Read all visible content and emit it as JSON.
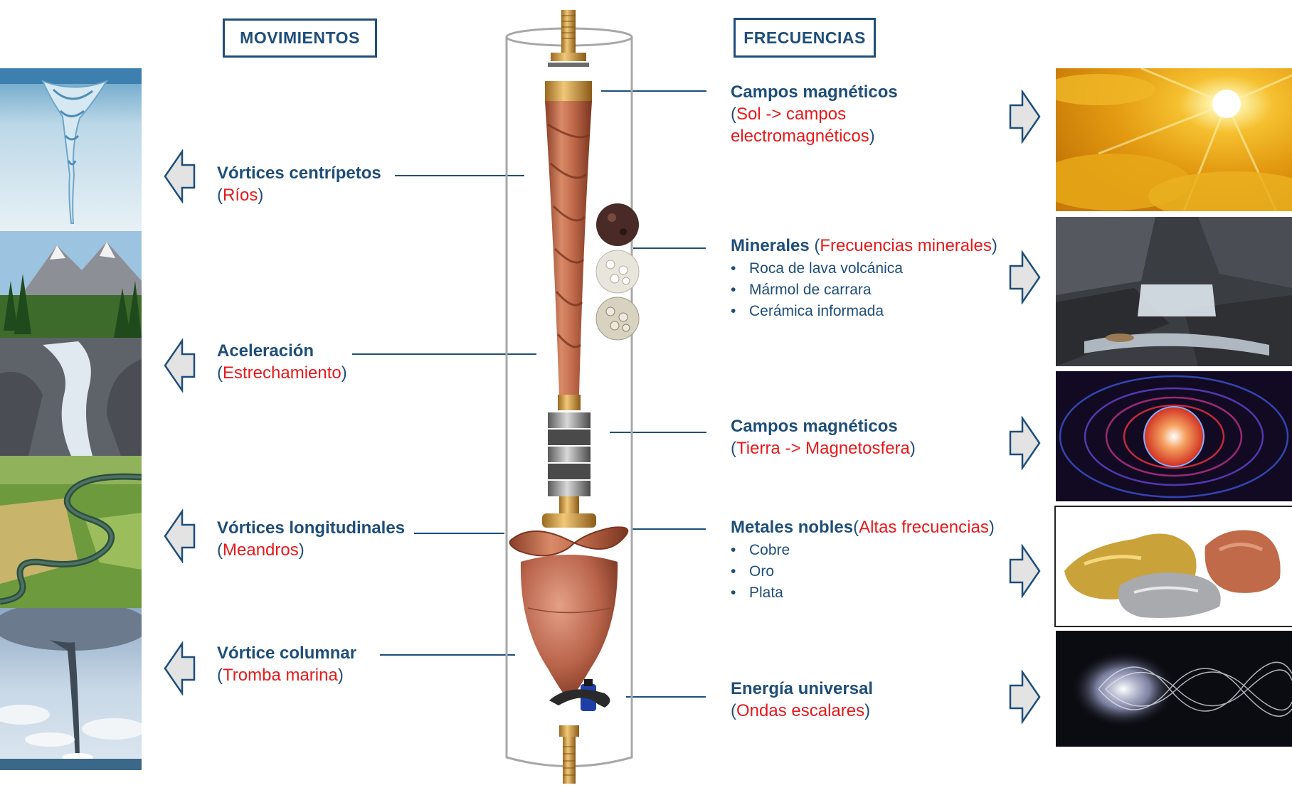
{
  "headers": {
    "left": "MOVIMIENTOS",
    "right": "FRECUENCIAS"
  },
  "movements": [
    {
      "title": "Vórtices centrípetos",
      "sub": "Ríos",
      "photo": "water-vortex-image"
    },
    {
      "title": "Aceleración",
      "sub": "Estrechamiento",
      "photo": "mountain-river-image"
    },
    {
      "title": "Vórtices longitudinales",
      "sub": "Meandros",
      "photo": "meander-river-image"
    },
    {
      "title": "Vórtice columnar",
      "sub": "Tromba marina",
      "photo": "waterspout-image"
    }
  ],
  "frequencies": [
    {
      "title": "Campos magnéticos",
      "sub_line1": "Sol -> campos",
      "sub_line2": "electromagnéticos",
      "photo": "sun-image"
    },
    {
      "title": "Minerales",
      "sub": "Frecuencias minerales",
      "items": [
        "Roca de lava volcánica",
        "Mármol de carrara",
        "Cerámica informada"
      ],
      "photo": "rock-waterfall-image"
    },
    {
      "title": "Campos magnéticos",
      "sub": "Tierra -> Magnetosfera",
      "photo": "magnetosphere-image"
    },
    {
      "title": "Metales nobles",
      "sub": "Altas frecuencias",
      "items": [
        "Cobre",
        "Oro",
        "Plata"
      ],
      "photo": "noble-metals-image"
    },
    {
      "title": "Energía universal",
      "sub": "Ondas escalares",
      "photo": "scalar-waves-image"
    }
  ],
  "colors": {
    "navy": "#1f4e79",
    "red": "#e8191a",
    "copper": "#c06a4a",
    "arrow_fill": "#e3e3e3"
  },
  "device_icon": "copper-vortex-device"
}
